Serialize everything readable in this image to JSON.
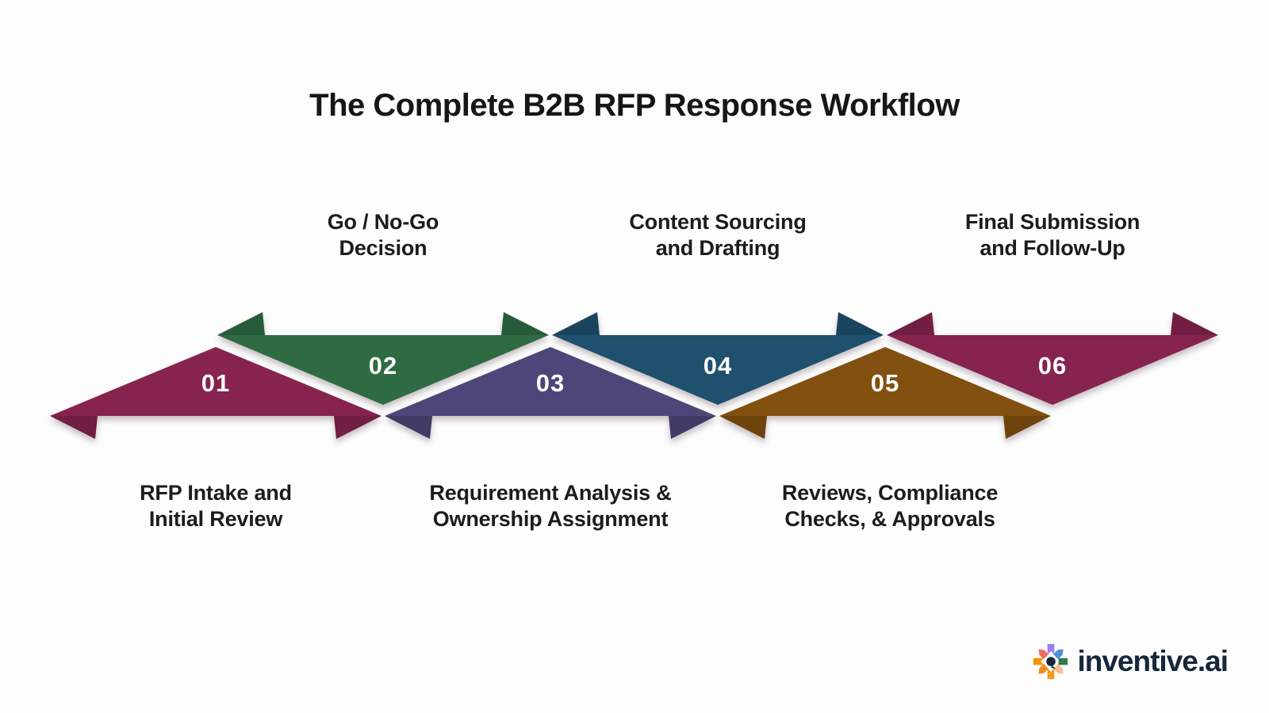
{
  "title": "The Complete B2B RFP Response Workflow",
  "steps": [
    {
      "number": "01",
      "label_line1": "RFP Intake and",
      "label_line2": "Initial Review",
      "color": "#86234F",
      "arrow": "up",
      "label_position": "below"
    },
    {
      "number": "02",
      "label_line1": "Go / No-Go",
      "label_line2": "Decision",
      "color": "#2E6B43",
      "arrow": "down",
      "label_position": "above"
    },
    {
      "number": "03",
      "label_line1": "Requirement Analysis &",
      "label_line2": "Ownership Assignment",
      "color": "#4D4678",
      "arrow": "up",
      "label_position": "below"
    },
    {
      "number": "04",
      "label_line1": "Content Sourcing",
      "label_line2": "and Drafting",
      "color": "#1F506E",
      "arrow": "down",
      "label_position": "above"
    },
    {
      "number": "05",
      "label_line1": "Reviews, Compliance",
      "label_line2": "Checks, & Approvals",
      "color": "#82500F",
      "arrow": "up",
      "label_position": "below"
    },
    {
      "number": "06",
      "label_line1": "Final Submission",
      "label_line2": "and Follow-Up",
      "color": "#86234F",
      "arrow": "down",
      "label_position": "above"
    }
  ],
  "logo": {
    "text": "inventive.ai",
    "text_color": "#16273B",
    "icon": "starburst-icon",
    "center_color": "#16273B",
    "spoke_colors": [
      "#9D7CEC",
      "#4B8FD7",
      "#2E7D4E",
      "#F6BE93",
      "#F39C1A",
      "#F28D21",
      "#F5930B",
      "#EE6F61"
    ]
  }
}
